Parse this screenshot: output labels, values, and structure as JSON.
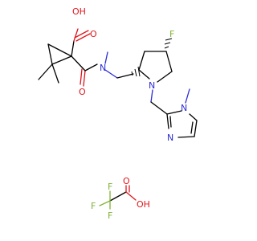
{
  "molecule": {
    "atom_labels": {
      "oh_acid": "OH",
      "o_acid": "O",
      "o_amide": "O",
      "n_amide": "N",
      "n_pyrrolidine": "N",
      "f_ring": "F",
      "n_imid_methyl": "N",
      "n_imid": "N",
      "o_tfa_dbl": "O",
      "oh_tfa": "OH",
      "f_tfa_1": "F",
      "f_tfa_2": "F",
      "f_tfa_3": "F"
    },
    "colors": {
      "carbon": "#000000",
      "oxygen": "#e0161c",
      "nitrogen": "#2b2bd6",
      "fluorine": "#7fb236"
    }
  }
}
